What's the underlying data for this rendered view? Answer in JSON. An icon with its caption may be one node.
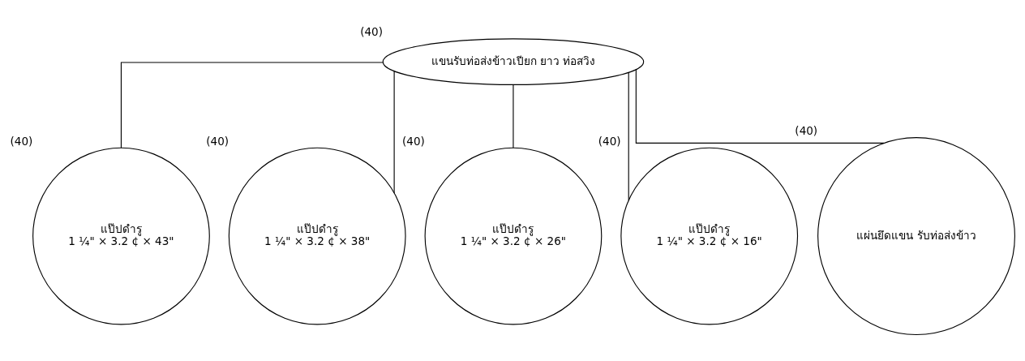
{
  "diagram": {
    "nodes": [
      {
        "text": [
          "แขนรับท่อส่งข้าวเปียก ยาว ท่อสวิง"
        ],
        "beside": [
          "(40)"
        ]
      },
      {
        "text": [
          "แป๊ปดำรู",
          "1 ¼\" × 3.2 ¢ × 43\""
        ],
        "beside": [
          "(40)"
        ]
      },
      {
        "text": [
          "แป๊ปดำรู",
          "1 ¼\" × 3.2 ¢ × 38\""
        ],
        "beside": [
          "(40)"
        ]
      },
      {
        "text": [
          "แป๊ปดำรู",
          "1 ¼\" × 3.2 ¢ × 26\""
        ],
        "beside": [
          "(40)"
        ]
      },
      {
        "text": [
          "แป๊ปดำรู",
          "1 ¼\" × 3.2 ¢ × 16\""
        ],
        "beside": [
          "(40)"
        ]
      },
      {
        "text": [
          "แผ่นยึดแขน รับท่อส่งข้าว"
        ],
        "beside": [
          "(40)"
        ]
      }
    ],
    "edges": [
      {
        "from": 0,
        "to": 1,
        "arrow": "none"
      },
      {
        "from": 0,
        "to": 2,
        "arrow": "none"
      },
      {
        "from": 0,
        "to": 3,
        "arrow": "none"
      },
      {
        "from": 0,
        "to": 4,
        "arrow": "none"
      },
      {
        "from": 0,
        "to": 5,
        "arrow": "none"
      }
    ]
  }
}
